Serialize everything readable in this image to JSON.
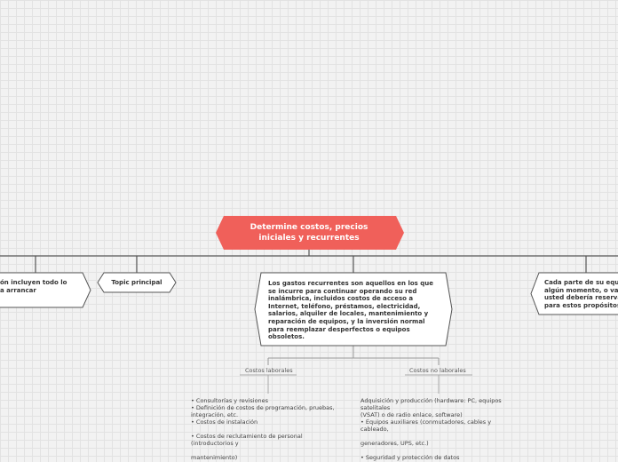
{
  "root": {
    "title": "Determine costos, precios iniciales y recurrentes",
    "color": "#f0605a"
  },
  "nodes": {
    "left_partial": "ón incluyen todo lo\na arrancar",
    "topic_principal": "Topic principal",
    "center_main": "Los gastos recurrentes son aquellos en los que se incurre para continuar operando su red inalámbrica, incluidos costos de acceso a Internet, teléfono, préstamos, electricidad, salarios, alquiler de locales, mantenimiento y reparación de equipos, y la inversión normal para reemplazar desperfectos o equipos obsoletos.",
    "right_partial": "Cada parte de su equ\nalgún momento, o va\nusted debería reserva\npara estos propósitos"
  },
  "subtopics": {
    "laborales": "Costos laborales",
    "no_laborales": "Costos no laborales"
  },
  "details": {
    "laborales": "•  Consultorías y revisiones\n• Definición de costos de programación, pruebas,\nintegración, etc.\n• Costos de instalación\n\n• Costos de reclutamiento de personal\n(introductorios y\n\nmantenimiento)",
    "no_laborales": "Adquisición y producción (hardware: PC, equipos\nsatelitales\n(VSAT) o de radio enlace, software)\n• Equipos auxiliares (conmutadores, cables y\ncableado,\n\ngeneradores, UPS, etc.)\n\n• Seguridad y protección de datos"
  },
  "colors": {
    "connector": "#555555",
    "node_border": "#555555",
    "node_fill": "#ffffff",
    "leaf_line": "#aaaaaa"
  }
}
